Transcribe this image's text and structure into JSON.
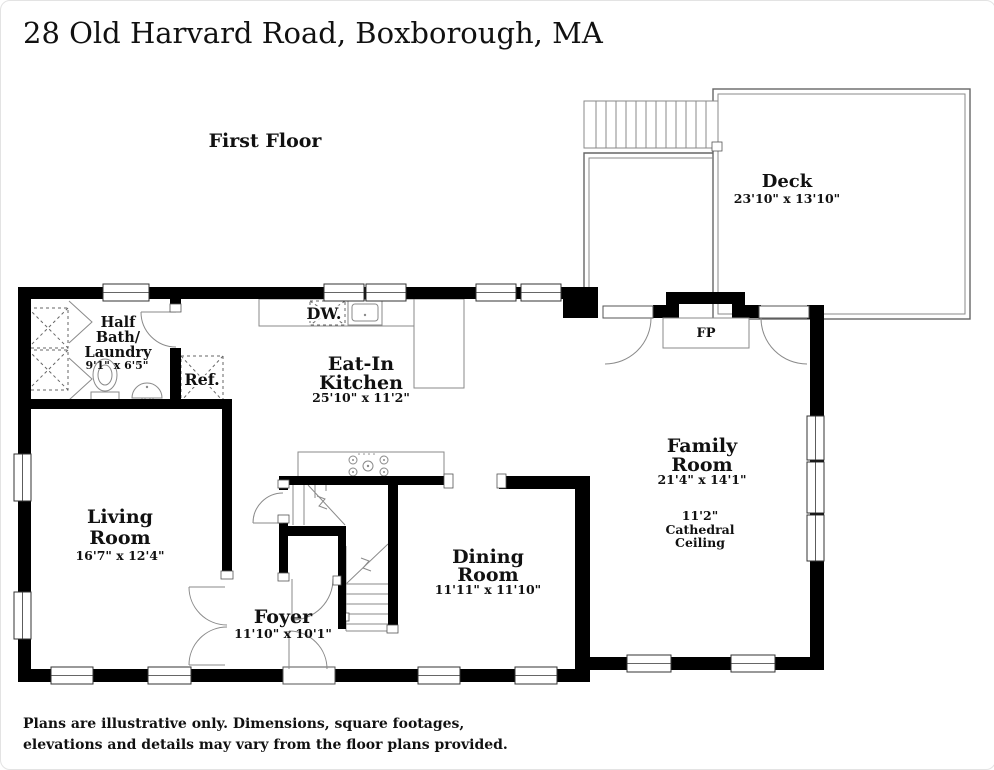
{
  "title": "28 Old Harvard Road, Boxborough, MA",
  "floor_label": "First Floor",
  "rooms": {
    "deck": {
      "name": "Deck",
      "dims": "23'10\" x 13'10\""
    },
    "half_bath": {
      "line1": "Half",
      "line2": "Bath/",
      "line3": "Laundry",
      "dims": "9'1\" x 6'5\""
    },
    "kitchen": {
      "line1": "Eat-In",
      "line2": "Kitchen",
      "dims": "25'10\" x 11'2\""
    },
    "family_room": {
      "line1": "Family",
      "line2": "Room",
      "dims": "21'4\" x 14'1\"",
      "ceiling1": "11'2\"",
      "ceiling2": "Cathedral",
      "ceiling3": "Ceiling"
    },
    "living_room": {
      "line1": "Living",
      "line2": "Room",
      "dims": "16'7\" x 12'4\""
    },
    "dining_room": {
      "line1": "Dining",
      "line2": "Room",
      "dims": "11'11\" x 11'10\""
    },
    "foyer": {
      "name": "Foyer",
      "dims": "11'10\" x 10'1\""
    }
  },
  "fixtures": {
    "dishwasher": "DW.",
    "refrigerator": "Ref.",
    "fireplace": "FP"
  },
  "footer": {
    "line1": "Plans are illustrative only. Dimensions, square footages,",
    "line2": "elevations and details may vary from the floor plans provided."
  },
  "colors": {
    "wall": "#000000",
    "background": "#ffffff",
    "thin_line": "#8a8a8a",
    "text": "#111111"
  }
}
